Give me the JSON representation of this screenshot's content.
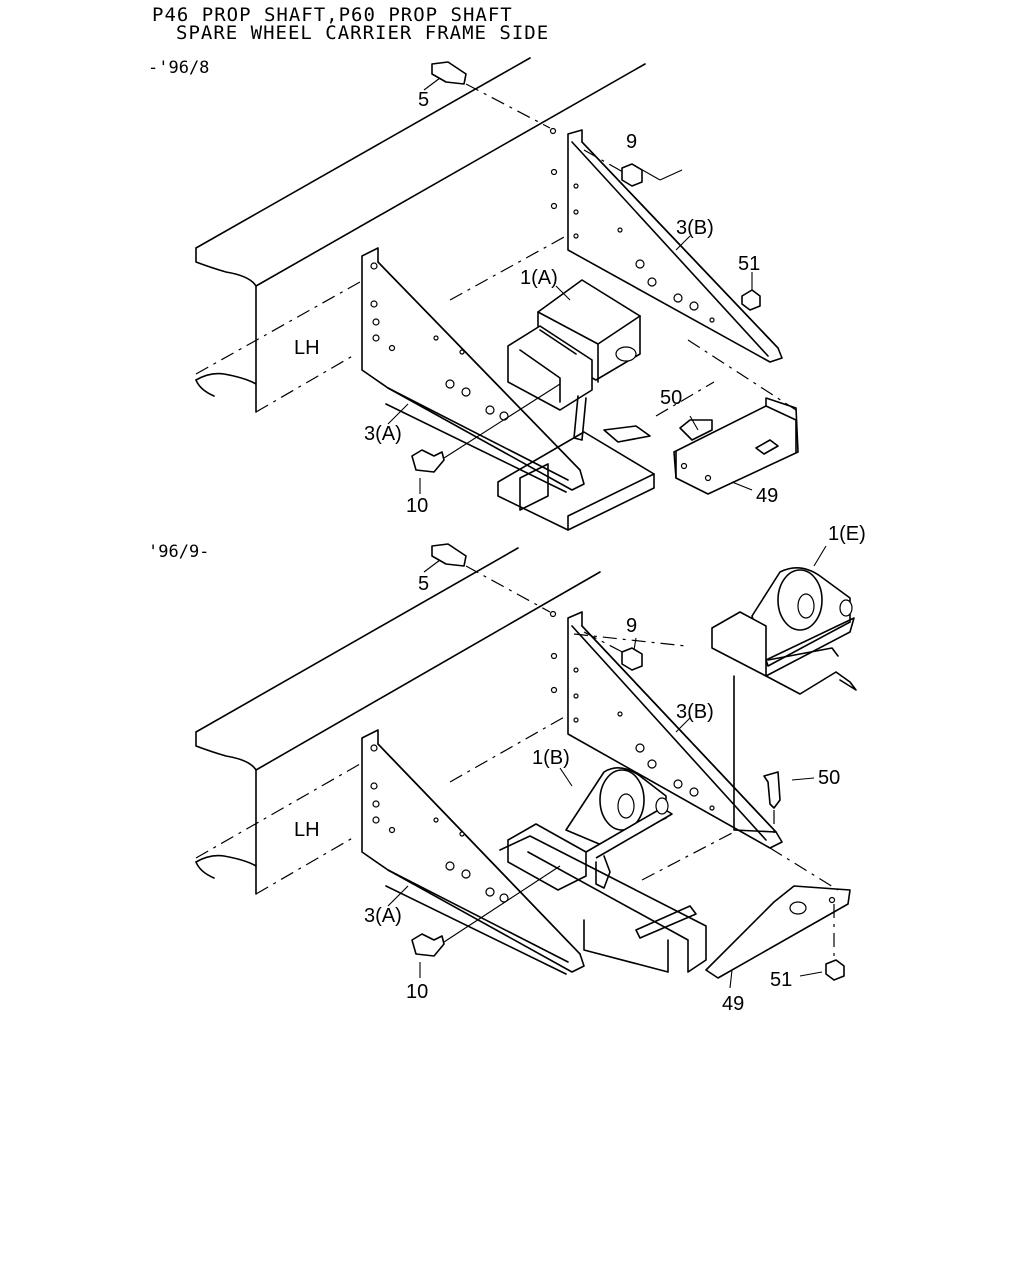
{
  "header": {
    "title_line1": "P46 PROP SHAFT,P60 PROP SHAFT",
    "title_line2": "SPARE WHEEL CARRIER FRAME SIDE"
  },
  "top_view": {
    "period": "-'96/8",
    "frame_side_label": "LH",
    "callouts": {
      "bolt_5": "5",
      "nut_9": "9",
      "bracket_3b": "3(B)",
      "nut_51": "51",
      "carrier_1a": "1(A)",
      "bolt_50": "50",
      "bracket_3a": "3(A)",
      "bolt_10": "10",
      "plate_49": "49"
    }
  },
  "bottom_view": {
    "period": "'96/9-",
    "frame_side_label": "LH",
    "callouts": {
      "bolt_5": "5",
      "nut_9": "9",
      "winch_1e": "1(E)",
      "bracket_3b": "3(B)",
      "winch_1b": "1(B)",
      "bolt_50": "50",
      "bracket_3a": "3(A)",
      "bolt_10": "10",
      "plate_49": "49",
      "nut_51": "51"
    }
  }
}
